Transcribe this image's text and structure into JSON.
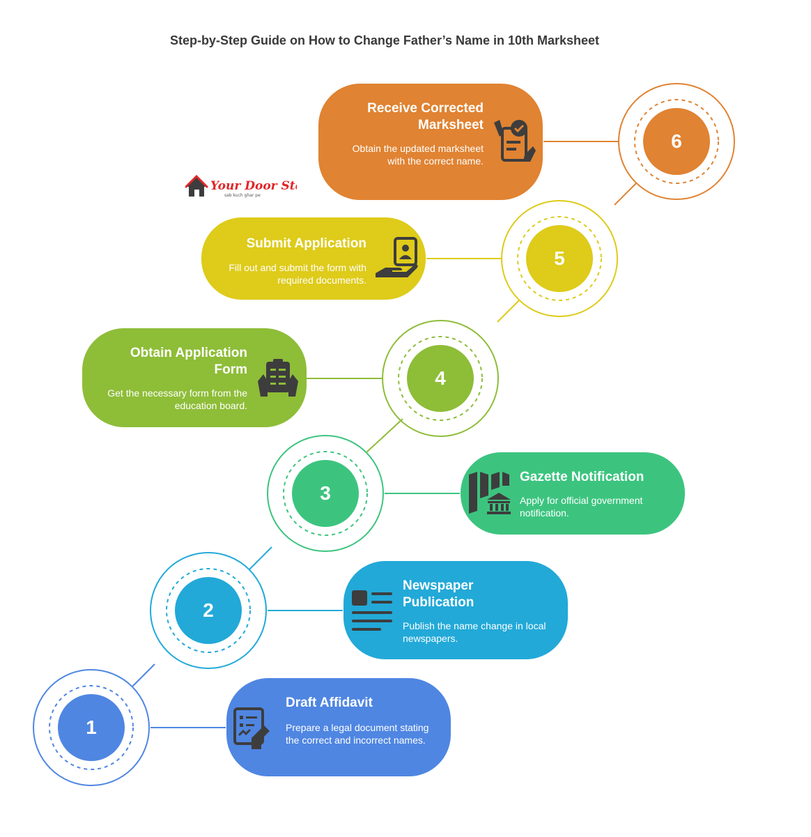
{
  "title": "Step-by-Step Guide on How to Change Father’s Name in 10th Marksheet",
  "logo": {
    "name": "Your Door Step",
    "tagline": "sab kuch ghar pe"
  },
  "colors": {
    "step1": "#4f86e2",
    "step2": "#22a9d8",
    "step3": "#3cc47f",
    "step4": "#8ebd38",
    "step5": "#decb1a",
    "step6": "#e08332",
    "icon": "#3d3d3d"
  },
  "steps": [
    {
      "number": "1",
      "title": "Draft Affidavit",
      "description": "Prepare a legal document stating the correct and incorrect names.",
      "icon": "affidavit-signing-icon"
    },
    {
      "number": "2",
      "title": "Newspaper Publication",
      "description": "Publish the name change in local newspapers.",
      "icon": "newspaper-icon"
    },
    {
      "number": "3",
      "title": "Gazette Notification",
      "description": "Apply for official government notification.",
      "icon": "gazette-government-icon"
    },
    {
      "number": "4",
      "title": "Obtain Application Form",
      "description": "Get the necessary form from the education board.",
      "icon": "clipboard-form-icon"
    },
    {
      "number": "5",
      "title": "Submit Application",
      "description": "Fill out and submit the form with required documents.",
      "icon": "hand-document-icon"
    },
    {
      "number": "6",
      "title": "Receive Corrected Marksheet",
      "description": "Obtain the updated marksheet with the correct name.",
      "icon": "checklist-hand-icon"
    }
  ]
}
